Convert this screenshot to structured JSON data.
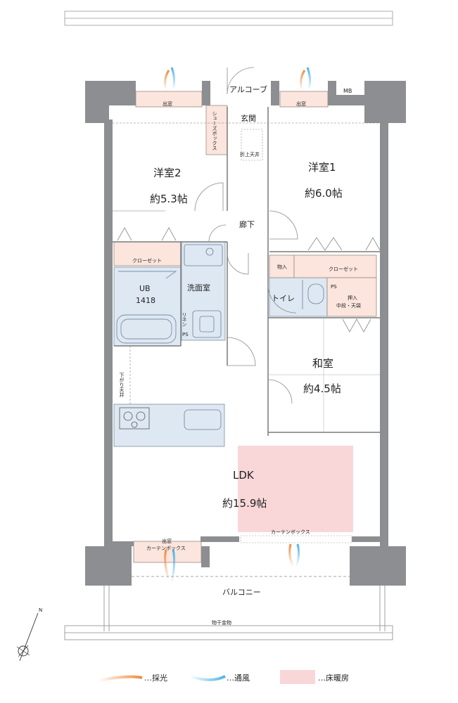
{
  "rooms": {
    "room2_name": "洋室2",
    "room2_size": "約5.3帖",
    "room1_name": "洋室1",
    "room1_size": "約6.0帖",
    "washitsu_name": "和室",
    "washitsu_size": "約4.5帖",
    "ldk_name": "LDK",
    "ldk_size": "約15.9帖",
    "ub_name": "UB",
    "ub_size": "1418",
    "senmen": "洗面室",
    "toilet": "トイレ",
    "rouka": "廊下",
    "genkan": "玄関",
    "alcove": "アルコーブ",
    "mb": "MB",
    "demado": "出窓",
    "closet": "クローゼット",
    "monoire": "物入",
    "ps": "PS",
    "oshiire": "押入",
    "oshiire_sub": "中段・天袋",
    "shoebox": "シューズボックス",
    "orijo": "折上天井",
    "rinen": "リネン",
    "sagari": "下がり天井",
    "curtain_box": "カーテンボックス",
    "balcony": "バルコニー",
    "monohoshi": "物干金物"
  },
  "legend": {
    "saikou": "…採光",
    "tsufuu": "…通風",
    "yukadanbou": "…床暖房"
  },
  "compass": "N",
  "colors": {
    "wall": "#8c8e91",
    "floor_heating": "#f9d7d9",
    "wet_area": "#dde8f3",
    "storage": "#fbe5dc",
    "light": "#f08a3c",
    "wind": "#4ab3e6"
  }
}
